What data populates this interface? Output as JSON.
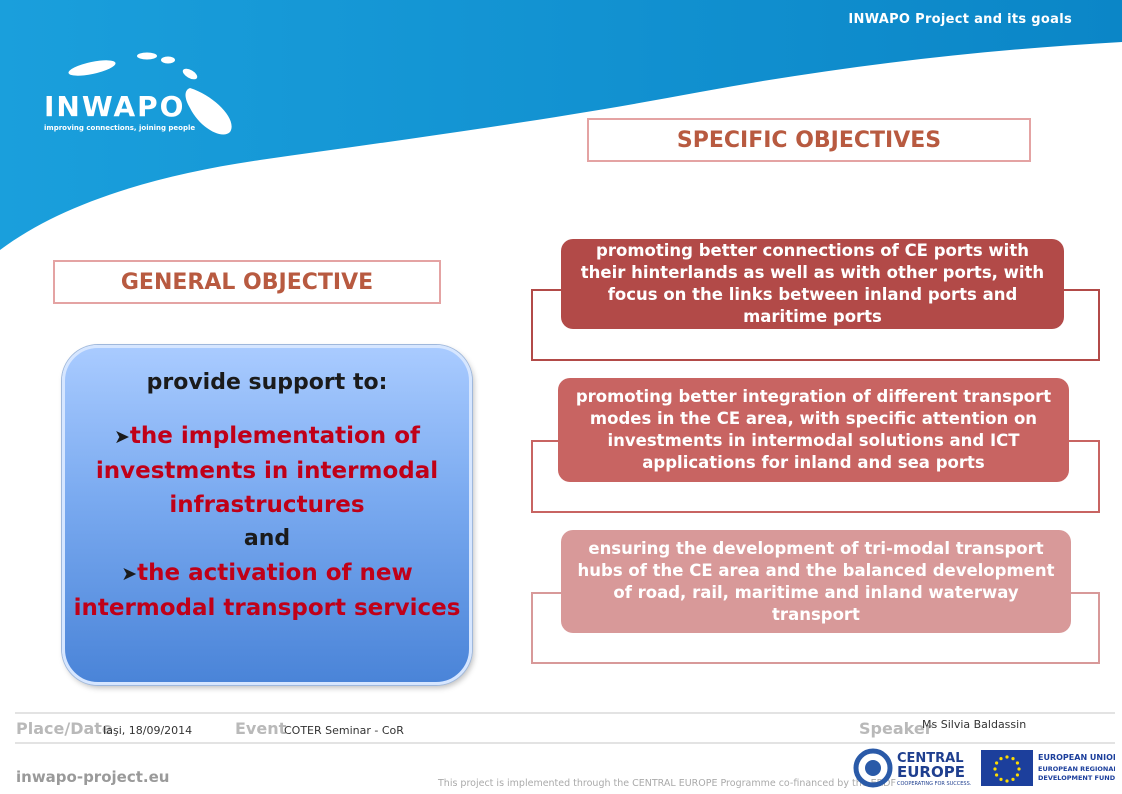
{
  "header": {
    "title": "INWAPO Project and its goals"
  },
  "logo": {
    "name": "INWAPO",
    "tagline": "improving connections, joining people"
  },
  "general": {
    "heading": "GENERAL OBJECTIVE",
    "lead": "provide support to:",
    "item1": "the implementation of investments in intermodal infrastructures",
    "conjunction": "and",
    "item2": "the activation of new intermodal transport services"
  },
  "specific": {
    "heading": "SPECIFIC OBJECTIVES",
    "items": [
      {
        "text": "promoting better connections of CE ports with their hinterlands as well as with other ports, with focus on the links between inland ports and maritime ports",
        "color": "#b24a48"
      },
      {
        "text": "promoting better integration of different transport modes in the CE area, with specific attention on investments in intermodal solutions and ICT applications for inland and sea ports",
        "color": "#c86462"
      },
      {
        "text": "ensuring the development of tri-modal transport hubs of the CE area and the balanced development of road, rail, maritime and inland waterway transport",
        "color": "#d89999"
      }
    ]
  },
  "footer": {
    "place_label": "Place/Date",
    "place_value": "Iaşi, 18/09/2014",
    "event_label": "Event",
    "event_value": "COTER Seminar - CoR",
    "speaker_label": "Speaker",
    "speaker_value": "Ms Silvia Baldassin",
    "website": "inwapo-project.eu",
    "cofinance": "This project is implemented through the CENTRAL EUROPE Programme co-financed by the ERDF",
    "ce_logo_lines": [
      "CENTRAL",
      "EUROPE",
      "COOPERATING FOR SUCCESS."
    ],
    "eu_logo_lines": [
      "EUROPEAN UNION",
      "EUROPEAN REGIONAL",
      "DEVELOPMENT FUND"
    ]
  },
  "colors": {
    "header_blue": "#0a8fd0",
    "accent_red": "#c00018",
    "title_brown": "#b85a40"
  }
}
